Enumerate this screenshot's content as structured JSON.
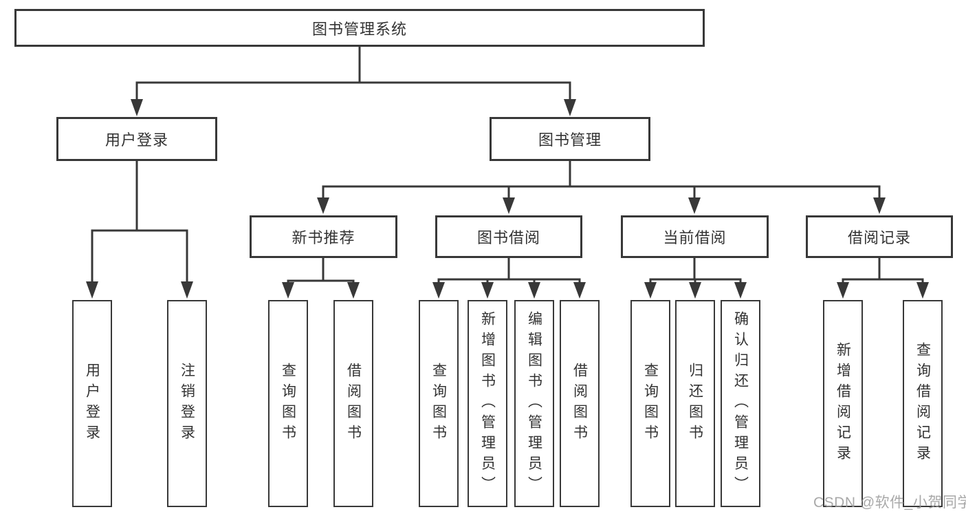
{
  "diagram": {
    "title": "图书管理系统",
    "level1": [
      {
        "label": "用户登录"
      },
      {
        "label": "图书管理"
      }
    ],
    "level2": [
      {
        "label": "新书推荐"
      },
      {
        "label": "图书借阅"
      },
      {
        "label": "当前借阅"
      },
      {
        "label": "借阅记录"
      }
    ],
    "leaves": {
      "login": [
        "用户登录",
        "注销登录"
      ],
      "recommend": [
        "查询图书",
        "借阅图书"
      ],
      "borrow": [
        "查询图书",
        "新增图书（管理员）",
        "编辑图书（管理员）",
        "借阅图书"
      ],
      "current": [
        "查询图书",
        "归还图书",
        "确认归还（管理员）"
      ],
      "records": [
        "新增借阅记录",
        "查询借阅记录"
      ]
    }
  },
  "watermark": "CSDN @软件_小贺同学",
  "colors": {
    "line": "#383838",
    "text": "#333333",
    "background": "#ffffff",
    "watermark": "#9a9a9a"
  }
}
